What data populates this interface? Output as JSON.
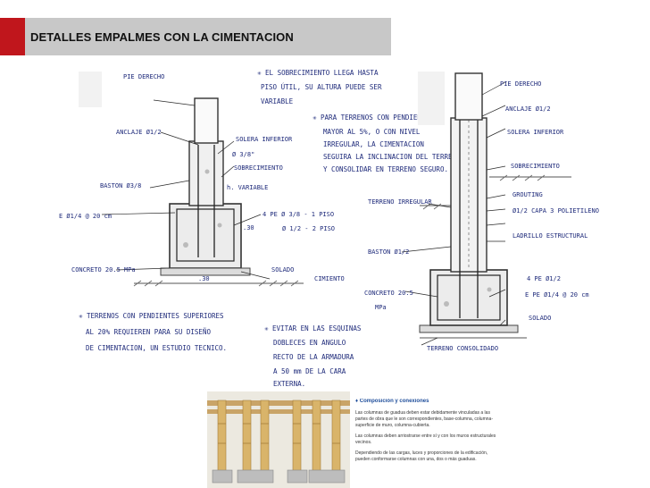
{
  "header": {
    "title": "DETALLES EMPALMES CON LA CIMENTACION"
  },
  "left_detail": {
    "labels": {
      "pie_derecho": "PIE DERECHO",
      "anclaje": "ANCLAJE Ø1/2",
      "baston": "BASTON Ø3/8",
      "estribo": "E Ø1/4 @ 20 cm",
      "concreto": "CONCRETO 20.5 MPa",
      "solera": "SOLERA INFERIOR",
      "ø38": "Ø 3/8\"",
      "sobrecimiento": "SOBRECIMIENTO",
      "variable": "h. VARIABLE",
      "barras1": "4 PE Ø 3/8 - 1 PISO",
      "barras2": "Ø 1/2 - 2 PISO",
      "dim30a": ".30",
      "dim30b": ".30",
      "solado": "SOLADO",
      "cimiento": "CIMIENTO"
    },
    "note_top": [
      "✳ EL SOBRECIMIENTO LLEGA HASTA",
      "PISO ÚTIL, SU ALTURA PUEDE SER",
      "VARIABLE"
    ],
    "note_mid": [
      "✳ PARA TERRENOS CON PENDIENTE",
      "MAYOR AL 5%, O CON NIVEL",
      "IRREGULAR, LA CIMENTACION",
      "SEGUIRA LA INCLINACION DEL TERRENO",
      "Y CONSOLIDAR EN TERRENO SEGURO."
    ],
    "note_bottom_left": [
      "✳ TERRENOS CON PENDIENTES SUPERIORES",
      "AL 20% REQUIEREN PARA SU DISEÑO",
      "DE CIMENTACION, UN ESTUDIO TECNICO."
    ],
    "note_bottom_mid": [
      "✳ EVITAR EN LAS ESQUINAS",
      "DOBLECES EN ANGULO",
      "RECTO DE LA ARMADURA",
      "A 50 mm DE LA CARA",
      "EXTERNA."
    ]
  },
  "right_detail": {
    "labels": {
      "pie_derecho": "PIE DERECHO",
      "anclaje": "ANCLAJE Ø1/2",
      "solera": "SOLERA INFERIOR",
      "sobrecimiento": "SOBRECIMIENTO",
      "terreno_irregular": "TERRENO IRREGULAR",
      "grouting": "GROUTING",
      "capa_polietileno": "Ø1/2 CAPA 3 POLIETILENO",
      "ladrillo": "LADRILLO ESTRUCTURAL",
      "baston": "BASTON Ø1/2",
      "concreto1": "CONCRETO 20.5",
      "concreto2": "MPa",
      "cuatro": "4 PE Ø1/2",
      "estribo": "E PE Ø1/4 @ 20 cm",
      "solado": "SOLADO",
      "terreno_consolidado": "TERRENO CONSOLIDADO"
    }
  },
  "text_block": {
    "heading": "Composición y conexiones",
    "paragraphs": [
      "Las columnas de guadua deben estar debidamente vinculadas a las partes de obra que le son correspondientes, base-columna, columna-superficie de muro, columna-cubierta.",
      "Las columnas deben arriostrarse entre sí y con los muros estructurales vecinos.",
      "Dependiendo de las cargas, luces y proporciones de la edificación, pueden conformarse columnas con una, dos o más guaduas."
    ]
  }
}
